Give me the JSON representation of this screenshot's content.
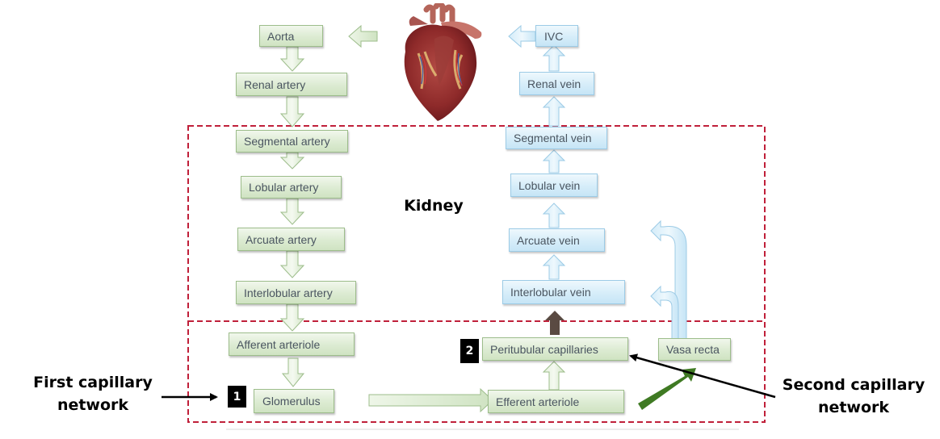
{
  "title_label": "Kidney",
  "arterial_path": [
    {
      "id": "aorta",
      "label": "Aorta"
    },
    {
      "id": "renal-artery",
      "label": "Renal artery"
    },
    {
      "id": "segmental-artery",
      "label": "Segmental artery"
    },
    {
      "id": "lobular-artery",
      "label": "Lobular artery"
    },
    {
      "id": "arcuate-artery",
      "label": "Arcuate artery"
    },
    {
      "id": "interlobular-artery",
      "label": "Interlobular artery"
    },
    {
      "id": "afferent-arteriole",
      "label": "Afferent arteriole"
    },
    {
      "id": "glomerulus",
      "label": "Glomerulus"
    }
  ],
  "venous_path": [
    {
      "id": "ivc",
      "label": "IVC"
    },
    {
      "id": "renal-vein",
      "label": "Renal vein"
    },
    {
      "id": "segmental-vein",
      "label": "Segmental vein"
    },
    {
      "id": "lobular-vein",
      "label": "Lobular vein"
    },
    {
      "id": "arcuate-vein",
      "label": "Arcuate vein"
    },
    {
      "id": "interlobular-vein",
      "label": "Interlobular vein"
    }
  ],
  "capillary_nodes": [
    {
      "id": "efferent-arteriole",
      "label": "Efferent arteriole"
    },
    {
      "id": "peritubular-capillaries",
      "label": "Peritubular capillaries"
    },
    {
      "id": "vasa-recta",
      "label": "Vasa recta"
    }
  ],
  "badges": {
    "first": "1",
    "second": "2"
  },
  "annotations": {
    "first": {
      "line1": "First capillary",
      "line2": "network"
    },
    "second": {
      "line1": "Second capillary",
      "line2": "network"
    }
  },
  "colors": {
    "artery_fill": "#dcebd2",
    "artery_border": "#9dbd8b",
    "vein_fill": "#d6edf9",
    "vein_border": "#9ccbe6",
    "kidney_border": "#c0203a",
    "brown_arrow": "#5a4a42",
    "dark_green_arrow": "#3f7a23"
  },
  "heart_icon": "heart-illustration"
}
